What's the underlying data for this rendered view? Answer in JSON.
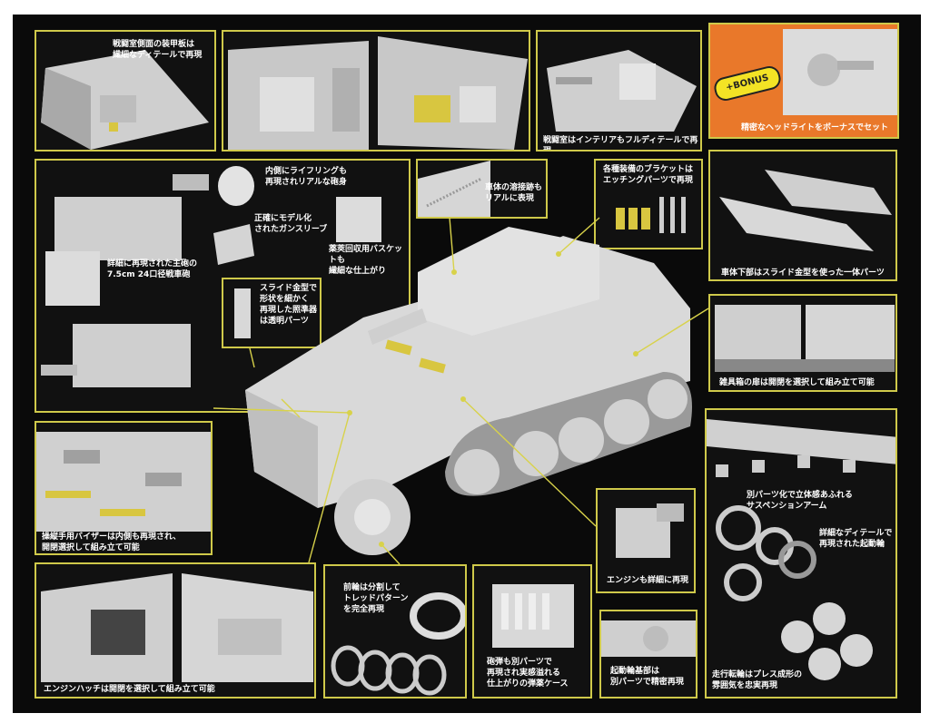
{
  "captions": {
    "c1": "戦闘室側面の装甲板は\n繊細なディテールで再現",
    "c2": "戦闘室はインテリアもフルディテールで再現",
    "c3": "精密なヘッドライトをボーナスでセット",
    "c4": "内側にライフリングも\n再現されリアルな砲身",
    "c5": "正確にモデル化\nされたガンスリーブ",
    "c6": "薬莢回収用バスケットも\n繊細な仕上がり",
    "c7": "詳細に再現された主砲の\n7.5cm 24口径戦車砲",
    "c8": "車体の溶接跡も\nリアルに表現",
    "c9": "各種装備のブラケットは\nエッチングパーツで再現",
    "c10": "車体下部はスライド金型を使った一体パーツ",
    "c11": "スライド金型で\n形状を細かく\n再現した照準器\nは透明パーツ",
    "c12": "雑具箱の扉は開閉を選択して組み立て可能",
    "c13": "操縦手用バイザーは内側も再現され、\n開閉選択して組み立て可能",
    "c14": "別パーツ化で立体感あふれる\nサスペンションアーム",
    "c15": "詳細なディテールで\n再現された起動輪",
    "c16": "エンジンも詳細に再現",
    "c17": "エンジンハッチは開閉を選択して組み立て可能",
    "c18": "前輪は分割して\nトレッドパターン\nを完全再現",
    "c19": "砲弾も別パーツで\n再現され実感溢れる\n仕上がりの弾薬ケース",
    "c20": "起動輪基部は\n別パーツで精密再現",
    "c21": "走行転輪はプレス成形の\n雰囲気を忠実再現"
  },
  "bonus": {
    "badge": "+BONUS"
  },
  "colors": {
    "accent": "#cfc94a",
    "bonus_bg": "#e9782a",
    "background": "#0a0a0a",
    "model": "#d9d9d9"
  }
}
